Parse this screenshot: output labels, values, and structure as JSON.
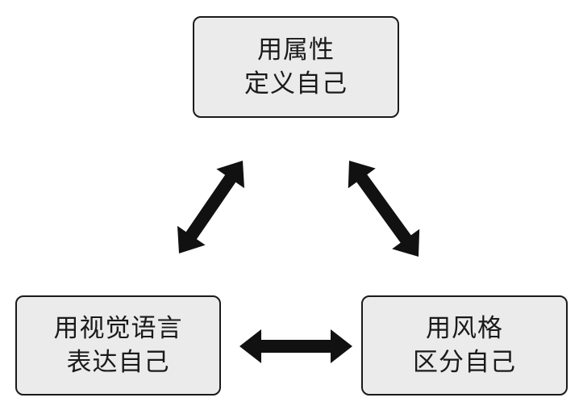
{
  "nodes": {
    "top": {
      "line1": "用属性",
      "line2": "定义自己"
    },
    "bottom_left": {
      "line1": "用视觉语言",
      "line2": "表达自己"
    },
    "bottom_right": {
      "line1": "用风格",
      "line2": "区分自己"
    }
  },
  "colors": {
    "box_fill": "#ebebeb",
    "box_border": "#1a1a1a",
    "arrow": "#111111",
    "text": "#1a1a1a"
  },
  "connections": [
    {
      "from": "top",
      "to": "bottom_left",
      "direction": "both"
    },
    {
      "from": "top",
      "to": "bottom_right",
      "direction": "both"
    },
    {
      "from": "bottom_left",
      "to": "bottom_right",
      "direction": "both"
    }
  ]
}
